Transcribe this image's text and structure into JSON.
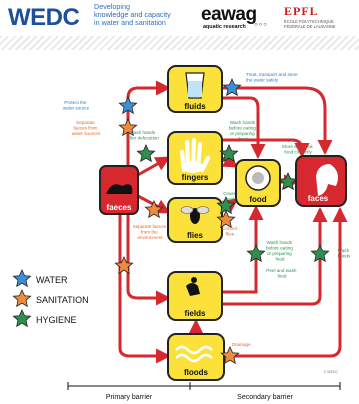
{
  "logos": {
    "wedc": "WEDC",
    "wedc_tagline": [
      "Developing",
      "knowledge and capacity",
      "in water and sanitation"
    ],
    "eawag": "eawag",
    "eawag_sub": "aquatic research",
    "epfl": "EPFL",
    "epfl_sub": [
      "ÉCOLE POLYTECHNIQUE",
      "FÉDÉRALE DE LAUSANNE"
    ]
  },
  "nodes": {
    "fluids": "fluids",
    "fingers": "fingers",
    "faeces": "faeces",
    "flies": "flies",
    "food": "food",
    "faces": "faces",
    "fields": "fields",
    "floods": "floods"
  },
  "annotations": {
    "protect_source": [
      "Protect the",
      "water source"
    ],
    "separate_from_sources": [
      "Separate",
      "faeces from",
      "water sources"
    ],
    "wash_after_defecation": [
      "Wash hands",
      "after defecation"
    ],
    "treat_store": [
      "Treat, transport and store",
      "the water safely"
    ],
    "wash_before_food_1": [
      "Wash hands",
      "before eating",
      "or preparing",
      "food"
    ],
    "cover_food": [
      "Cover",
      "food"
    ],
    "control_flies": [
      "Control",
      "flies"
    ],
    "store_cook": [
      "Store and cook",
      "food correctly"
    ],
    "separate_env": [
      "Separate faeces",
      "from the",
      "environment"
    ],
    "wash_before_food_2": [
      "Wash hands",
      "before eating",
      "or preparing",
      "food"
    ],
    "peel_wash": [
      "Peel and wash",
      "food"
    ],
    "wash_hands": [
      "Wash",
      "hands"
    ],
    "drainage": "Drainage"
  },
  "legend": {
    "water": "WATER",
    "sanitation": "SANITATION",
    "hygiene": "HYGIENE"
  },
  "barriers": {
    "primary": "Primary barrier",
    "secondary": "Secondary barrier"
  },
  "credit": "© WEDC",
  "colors": {
    "arrow": "#d7282f",
    "node_fill": "#fbe13a",
    "faeces_fill": "#d7282f",
    "water": "#3a8fd8",
    "sanitation": "#f08a3c",
    "hygiene": "#2f8f4e",
    "annot_blue": "#2e7fcf",
    "annot_orange": "#e06a2a",
    "annot_green": "#2f8f4e"
  }
}
